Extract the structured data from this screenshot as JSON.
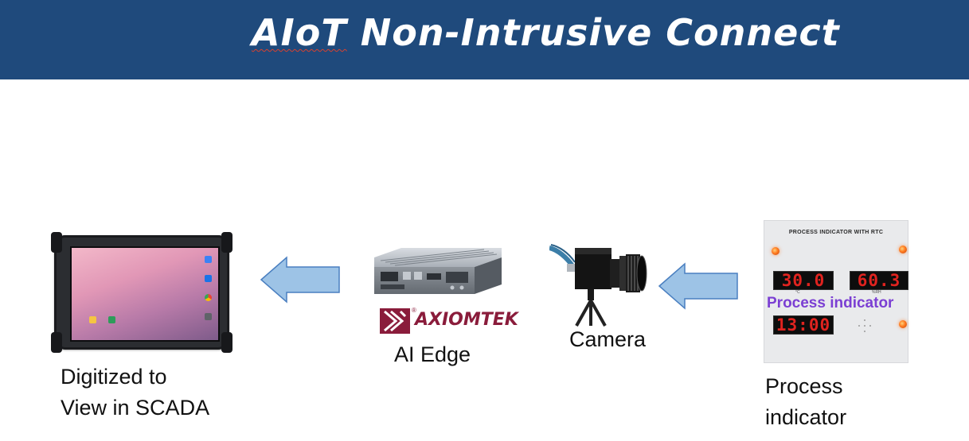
{
  "slide": {
    "title_word1": "AIoT",
    "title_rest": "Non-Intrusive Connect"
  },
  "nodes": {
    "tablet": {
      "label_line1": "Digitized to",
      "label_line2": "View in SCADA",
      "icon": "rugged-tablet"
    },
    "edge": {
      "label": "AI Edge",
      "brand": "AXIOMTEK",
      "brand_mark": "®",
      "icon": "fanless-box-pc"
    },
    "camera": {
      "label": "Camera",
      "icon": "industrial-camera"
    },
    "indicator": {
      "label_line1": "Process",
      "label_line2": "indicator",
      "icon": "process-indicator-panel",
      "photo": {
        "heading": "PROCESS INDICATOR WITH RTC",
        "display_1": "30.0",
        "display_2": "60.3",
        "display_3": "13:00",
        "unit_1": "°C",
        "unit_2": "%RH",
        "overlay_label": "Process indicator"
      }
    }
  },
  "arrows": {
    "direction": "right-to-left",
    "fill": "#9dc3e6",
    "stroke": "#4a7fc0"
  },
  "colors": {
    "banner": "#1f4a7c",
    "brand": "#8a1c3b",
    "overlay_text": "#7b3fd3",
    "led": "#e0231f"
  }
}
